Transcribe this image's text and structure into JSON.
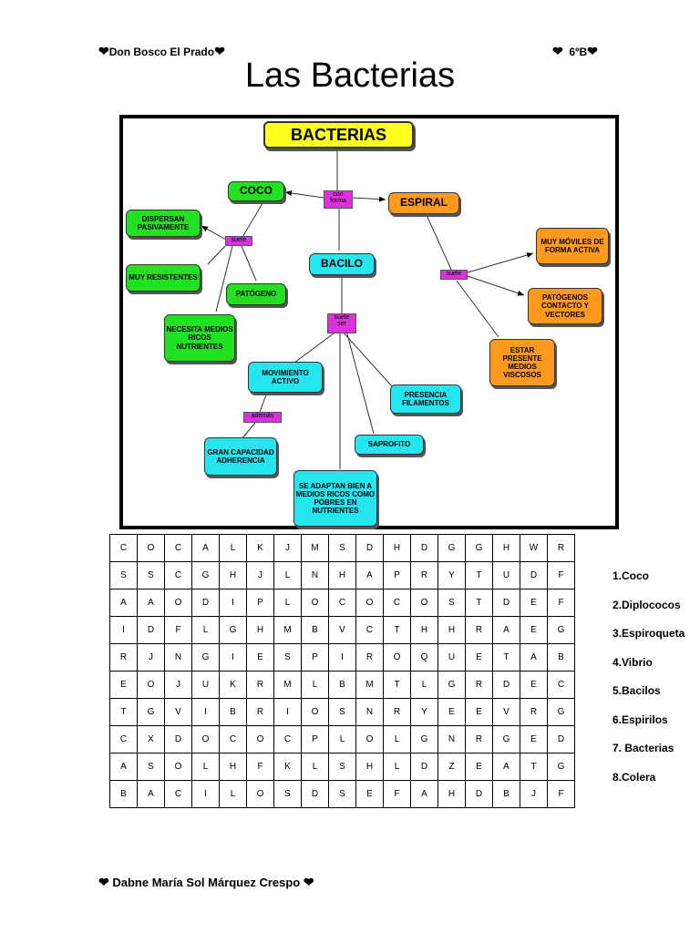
{
  "header": {
    "school": "Don Bosco El Prado",
    "grade": "6ºB"
  },
  "title": "Las Bacterias",
  "concept_map": {
    "root": "BACTERIAS",
    "link_form": "con forma",
    "coco": "COCO",
    "espiral": "ESPIRAL",
    "bacilo": "BACILO",
    "link_coco": "suele",
    "link_espiral": "suele",
    "link_bacilo": "suele ser",
    "link_ademas": "además",
    "dispersan": "DISPERSAN PASIVAMENTE",
    "resistentes": "MUY RESISTENTES",
    "patogeno": "PATÓGENO",
    "necesita": "NECESITA MEDIOS RICOS NUTRIENTES",
    "moviles": "MUY MÓVILES DE FORMA ACTIVA",
    "patogenos_contacto": "PATÓGENOS CONTACTO Y VECTORES",
    "viscosos": "ESTAR PRESENTE MEDIOS VISCOSOS",
    "movimiento": "MOVIMIENTO ACTIVO",
    "filamentos": "PRESENCIA FILAMENTOS",
    "saprofito": "SAPROFITO",
    "adherencia": "GRAN CAPACIDAD ADHERENCIA",
    "adaptan": "SE ADAPTAN BIEN A MEDIOS RICOS COMO POBRES EN NUTRIENTES"
  },
  "word_search": [
    [
      "C",
      "O",
      "C",
      "A",
      "L",
      "K",
      "J",
      "M",
      "S",
      "D",
      "H",
      "D",
      "G",
      "G",
      "H",
      "W",
      "R"
    ],
    [
      "S",
      "S",
      "C",
      "G",
      "H",
      "J",
      "L",
      "N",
      "H",
      "A",
      "P",
      "R",
      "Y",
      "T",
      "U",
      "D",
      "F"
    ],
    [
      "A",
      "A",
      "O",
      "D",
      "I",
      "P",
      "L",
      "O",
      "C",
      "O",
      "C",
      "O",
      "S",
      "T",
      "D",
      "E",
      "F"
    ],
    [
      "I",
      "D",
      "F",
      "L",
      "G",
      "H",
      "M",
      "B",
      "V",
      "C",
      "T",
      "H",
      "H",
      "R",
      "A",
      "E",
      "G"
    ],
    [
      "R",
      "J",
      "N",
      "G",
      "I",
      "E",
      "S",
      "P",
      "I",
      "R",
      "O",
      "Q",
      "U",
      "E",
      "T",
      "A",
      "B"
    ],
    [
      "E",
      "O",
      "J",
      "U",
      "K",
      "R",
      "M",
      "L",
      "B",
      "M",
      "T",
      "L",
      "G",
      "R",
      "D",
      "E",
      "C"
    ],
    [
      "T",
      "G",
      "V",
      "I",
      "B",
      "R",
      "I",
      "O",
      "S",
      "N",
      "R",
      "Y",
      "E",
      "E",
      "V",
      "R",
      "G"
    ],
    [
      "C",
      "X",
      "D",
      "O",
      "C",
      "O",
      "C",
      "P",
      "L",
      "O",
      "L",
      "G",
      "N",
      "R",
      "G",
      "E",
      "D"
    ],
    [
      "A",
      "S",
      "O",
      "L",
      "H",
      "F",
      "K",
      "L",
      "S",
      "H",
      "L",
      "D",
      "Z",
      "E",
      "A",
      "T",
      "G"
    ],
    [
      "B",
      "A",
      "C",
      "I",
      "L",
      "O",
      "S",
      "D",
      "S",
      "E",
      "F",
      "A",
      "H",
      "D",
      "B",
      "J",
      "F"
    ]
  ],
  "word_list": [
    "1.Coco",
    "2.Diplococos",
    "3.Espiroqueta",
    "4.Vibrio",
    "5.Bacilos",
    "6.Espirilos",
    "7. Bacterias",
    "8.Colera"
  ],
  "footer": {
    "author": "Dabne María Sol Márquez Crespo"
  }
}
